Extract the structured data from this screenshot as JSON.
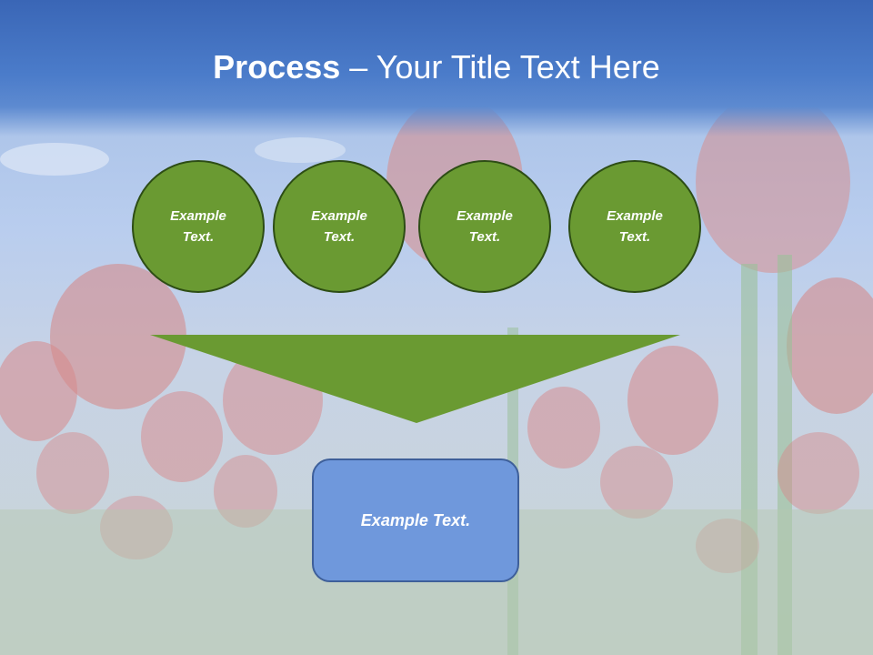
{
  "title": {
    "bold": "Process",
    "rest": " – Your Title Text Here"
  },
  "circles": [
    {
      "text": "Example Text."
    },
    {
      "text": "Example Text."
    },
    {
      "text": "Example Text."
    },
    {
      "text": "Example Text."
    }
  ],
  "result_box": {
    "text": "Example Text."
  },
  "colors": {
    "title_band": "#4b7cca",
    "circle_fill": "#6a9a32",
    "circle_border": "#2d4d15",
    "arrow_fill": "#6a9a32",
    "box_fill": "#6f98dc",
    "box_border": "#3e5f9a"
  },
  "background": {
    "image": "tulip-field-photo"
  }
}
